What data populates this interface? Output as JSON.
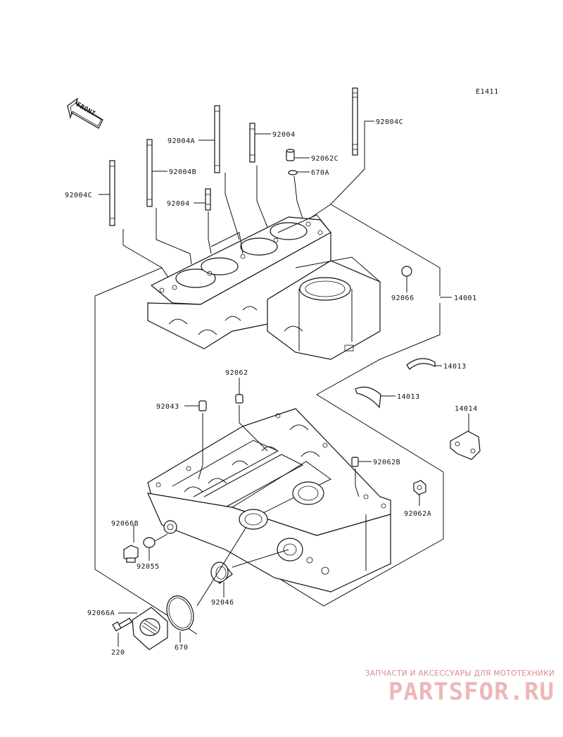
{
  "diagram": {
    "code": "E1411",
    "front_label": "FRONT",
    "parts": {
      "bolt_92004c_right": "92004C",
      "bolt_92004a": "92004A",
      "bolt_92004": "92004",
      "dowel_92062c": "92062C",
      "ring_670a": "670A",
      "bolt_92004b": "92004B",
      "bolt_92004c_left": "92004C",
      "bolt_92004_short": "92004",
      "ball_92066": "92066",
      "crankcase_14001": "14001",
      "bearing_14013_upper": "14013",
      "bearing_14013_lower": "14013",
      "holder_14014": "14014",
      "dowel_92062": "92062",
      "sleeve_92043": "92043",
      "dowel_92062b": "92062B",
      "plug_92062a": "92062A",
      "plug_92066b": "92066B",
      "oring_92055": "92055",
      "seal_92046": "92046",
      "cover_92066a": "92066A",
      "oring_670": "670",
      "bolt_220": "220"
    }
  },
  "watermark": {
    "tagline": "ЗАПЧАСТИ И АКСЕССУАРЫ ДЛЯ МОТОТЕХНИКИ",
    "logo": "PARTSFOR.RU"
  }
}
